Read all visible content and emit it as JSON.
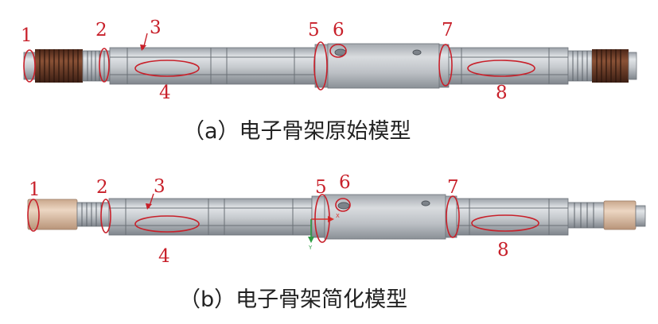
{
  "figure": {
    "panel_a": {
      "caption": "（a）电子骨架原始模型",
      "labels": [
        "1",
        "2",
        "3",
        "4",
        "5",
        "6",
        "7",
        "8"
      ]
    },
    "panel_b": {
      "caption": "（b）电子骨架简化模型",
      "labels": [
        "1",
        "2",
        "3",
        "4",
        "5",
        "6",
        "7",
        "8"
      ],
      "axis_labels": {
        "x": "X",
        "y": "Y"
      }
    }
  },
  "colors": {
    "annotation": "#c8202a",
    "original_thread": "#6b3a25",
    "simplified_end": "#d8b79d",
    "metal": "#b9bec4",
    "axis_x": "#d9302a",
    "axis_y": "#2e9d44"
  }
}
